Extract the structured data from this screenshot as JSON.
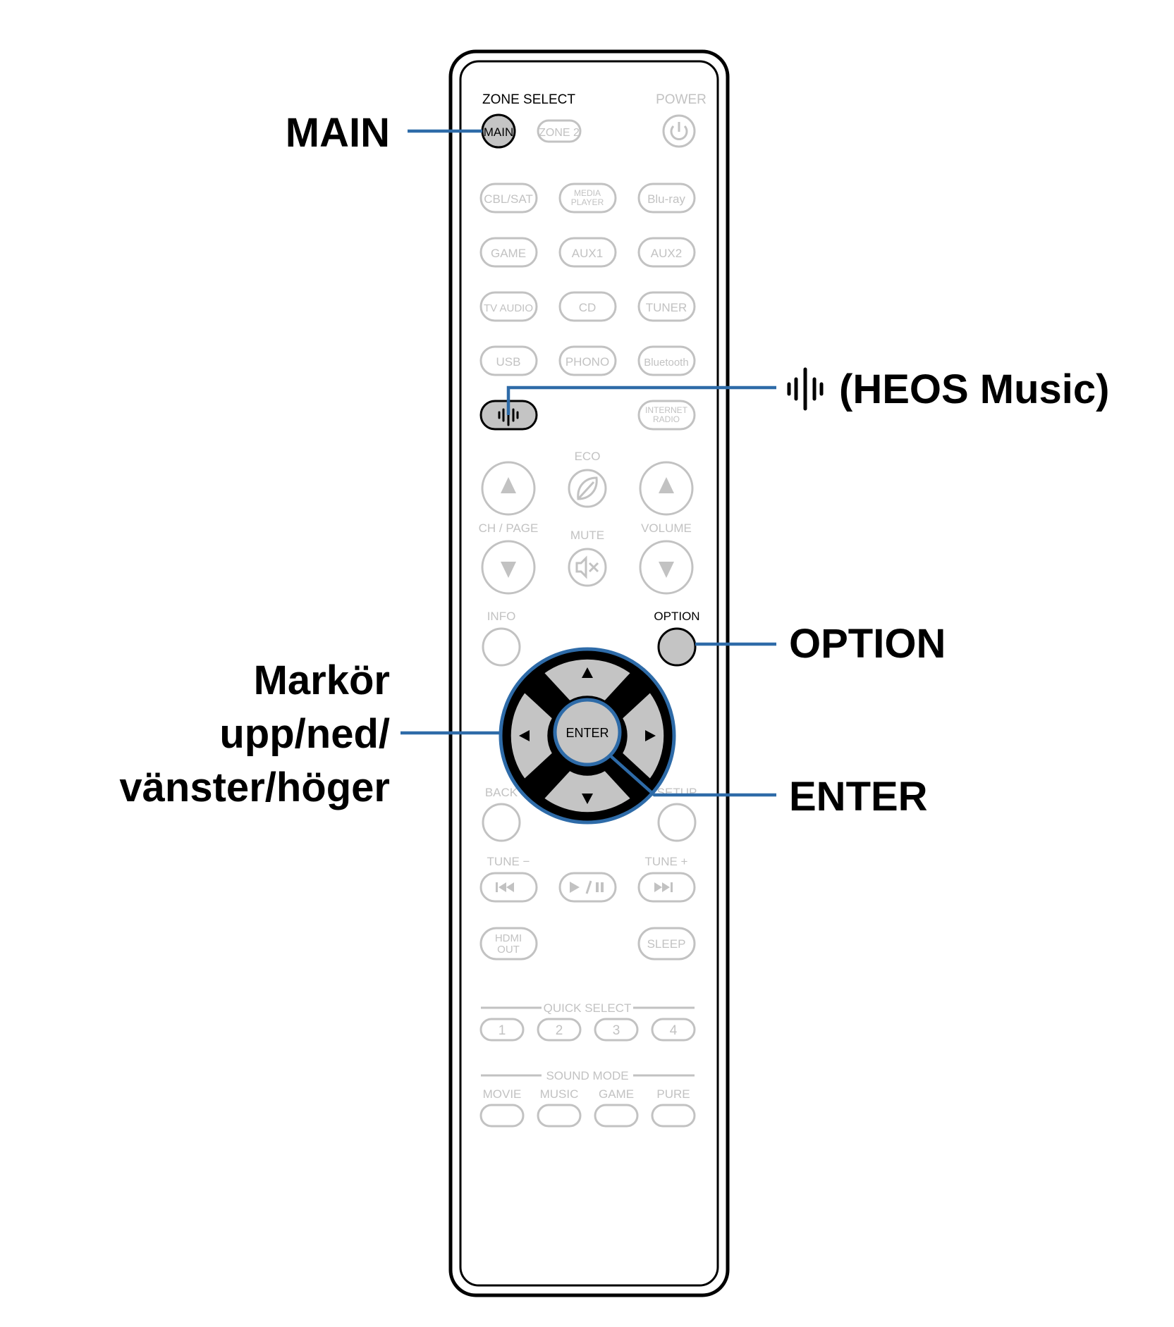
{
  "remote": {
    "zone_select": "ZONE SELECT",
    "power": "POWER",
    "main": "MAIN",
    "zone2": "ZONE 2",
    "sources_row1": [
      "CBL/SAT",
      "MEDIA PLAYER",
      "Blu-ray"
    ],
    "sources_row2": [
      "GAME",
      "AUX1",
      "AUX2"
    ],
    "sources_row3": [
      "TV AUDIO",
      "CD",
      "TUNER"
    ],
    "sources_row4": [
      "USB",
      "PHONO",
      "Bluetooth"
    ],
    "internet_radio": "INTERNET RADIO",
    "eco": "ECO",
    "ch_page": "CH / PAGE",
    "mute": "MUTE",
    "volume": "VOLUME",
    "info": "INFO",
    "option": "OPTION",
    "enter": "ENTER",
    "back": "BACK",
    "setup": "SETUP",
    "tune_minus": "TUNE −",
    "tune_plus": "TUNE +",
    "hdmi_out": "HDMI OUT",
    "sleep": "SLEEP",
    "quick_select": "QUICK SELECT",
    "quick_select_buttons": [
      "1",
      "2",
      "3",
      "4"
    ],
    "sound_mode": "SOUND MODE",
    "sound_modes": [
      "MOVIE",
      "MUSIC",
      "GAME",
      "PURE"
    ]
  },
  "callouts": {
    "main": "MAIN",
    "heos": "(HEOS Music)",
    "option": "OPTION",
    "cursor_line1": "Markör",
    "cursor_line2": "upp/ned/",
    "cursor_line3": "vänster/höger",
    "enter": "ENTER"
  },
  "colors": {
    "leader": "#2e6ba8",
    "highlight_fill": "#c4c4c4",
    "faded": "#c2c2c2"
  }
}
